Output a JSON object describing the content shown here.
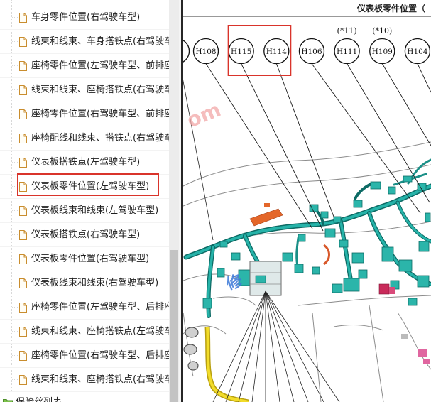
{
  "sidebar": {
    "items": [
      {
        "label": "车身零件位置(右驾驶车型)",
        "icon": "document-icon"
      },
      {
        "label": "线束和线束、车身搭铁点(右驾驶车",
        "icon": "document-icon"
      },
      {
        "label": "座椅零件位置(左驾驶车型、前排座",
        "icon": "document-icon"
      },
      {
        "label": "线束和线束、座椅搭铁点(右驾驶车",
        "icon": "document-icon"
      },
      {
        "label": "座椅零件位置(右驾驶车型、前排座",
        "icon": "document-icon"
      },
      {
        "label": "座椅配线和线束、搭铁点(右驾驶车",
        "icon": "document-icon"
      },
      {
        "label": "仪表板搭铁点(左驾驶车型)",
        "icon": "document-icon"
      },
      {
        "label": "仪表板零件位置(左驾驶车型)",
        "icon": "document-icon",
        "selected": true
      },
      {
        "label": "仪表板线束和线束(左驾驶车型)",
        "icon": "document-icon"
      },
      {
        "label": "仪表板搭铁点(右驾驶车型)",
        "icon": "document-icon"
      },
      {
        "label": "仪表板零件位置(右驾驶车型)",
        "icon": "document-icon"
      },
      {
        "label": "仪表板线束和线束(右驾驶车型)",
        "icon": "document-icon"
      },
      {
        "label": "座椅零件位置(左驾驶车型、后排座",
        "icon": "document-icon"
      },
      {
        "label": "线束和线束、座椅搭铁点(左驾驶车",
        "icon": "document-icon"
      },
      {
        "label": "座椅零件位置(右驾驶车型、后排座",
        "icon": "document-icon"
      },
      {
        "label": "线束和线束、座椅搭铁点(右驾驶车",
        "icon": "document-icon"
      }
    ],
    "folder": {
      "label": "保险丝列表",
      "icon": "folder-icon"
    }
  },
  "viewer": {
    "title": "仪表板零件位置（",
    "connectors": [
      {
        "id": "H108"
      },
      {
        "id": "H115",
        "highlighted": true
      },
      {
        "id": "H114",
        "highlighted": true
      },
      {
        "id": "H106"
      },
      {
        "id": "H111",
        "note": "(*11)"
      },
      {
        "id": "H109",
        "note": "(*10)"
      },
      {
        "id": "H104"
      }
    ],
    "watermarks": [
      "om",
      "修"
    ]
  },
  "colors": {
    "highlight_box": "#d9342b",
    "harness": "#26b3a9"
  }
}
